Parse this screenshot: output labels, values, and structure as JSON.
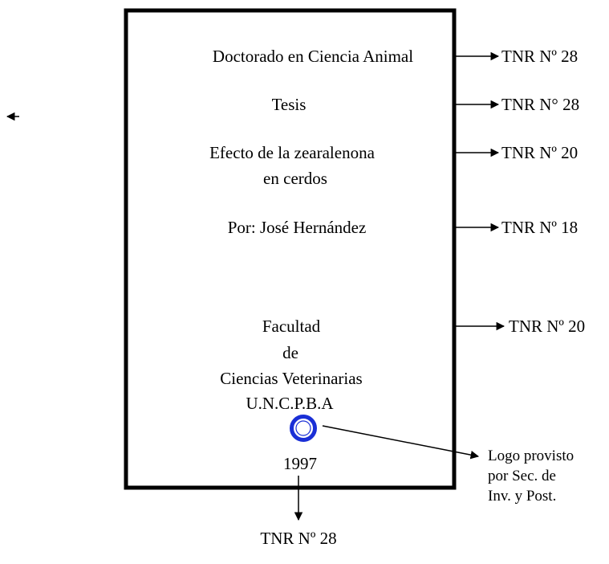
{
  "page": {
    "heading": "Doctorado en Ciencia Animal",
    "doc_type": "Tesis",
    "title_line1": "Efecto de la zearalenona",
    "title_line2": "en cerdos",
    "author": "Por: José Hernández",
    "faculty_line1": "Facultad",
    "faculty_line2": "de",
    "faculty_line3": "Ciencias Veterinarias",
    "university": "U.N.C.P.B.A",
    "year": "1997"
  },
  "annotations": {
    "heading_size": "TNR Nº 28",
    "doc_type_size": "TNR N° 28",
    "title_size": "TNR Nº 20",
    "author_size": "TNR Nº 18",
    "faculty_size": "TNR Nº 20",
    "year_size": "TNR Nº 28",
    "logo_note_line1": "Logo provisto",
    "logo_note_line2": "por Sec. de",
    "logo_note_line3": "Inv. y Post."
  },
  "icons": {
    "logo": "university-seal-icon",
    "left_arrow": "arrow-left-icon"
  },
  "colors": {
    "logo_blue": "#1a2fd6",
    "ink": "#000000"
  }
}
